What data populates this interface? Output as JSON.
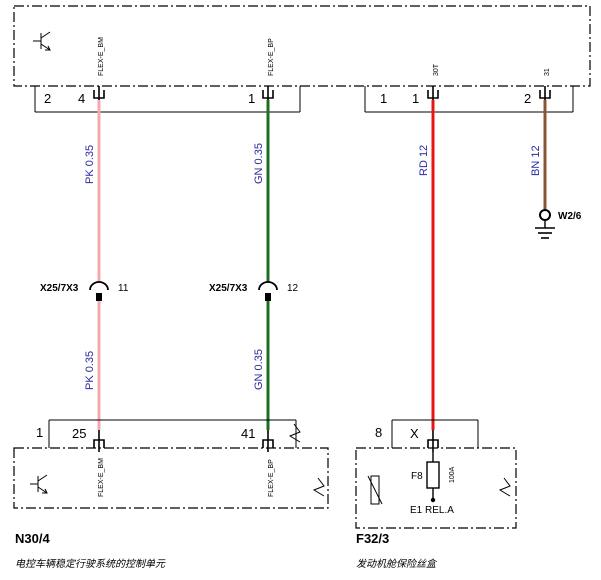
{
  "top_module": {
    "pins": {
      "flex_e_bm": {
        "outer": "2",
        "inner": "4",
        "signal": "FLEX-E_BM"
      },
      "flex_e_bp": {
        "inner": "1",
        "signal": "FLEX-E_BP"
      },
      "pin_30t": {
        "outer": "1",
        "inner": "1",
        "signal": "30T"
      },
      "pin_31": {
        "inner": "2",
        "signal": "31"
      }
    }
  },
  "wires": {
    "pk_upper": "PK 0.35",
    "gn_upper": "GN 0.35",
    "rd": "RD 12",
    "bn": "BN 12",
    "pk_lower": "PK 0.35",
    "gn_lower": "GN 0.35"
  },
  "colors": {
    "pk": "#f4a8ae",
    "gn": "#1e6e22",
    "rd": "#e81515",
    "bn": "#8a5530"
  },
  "connectors": {
    "pk": {
      "name": "X25/7X3",
      "pin": "11"
    },
    "gn": {
      "name": "X25/7X3",
      "pin": "12"
    }
  },
  "ground": {
    "label": "W2/6"
  },
  "n30_4": {
    "title": "N30/4",
    "subtitle": "电控车辆稳定行驶系统的控制单元",
    "outer_pin": "1",
    "pins": {
      "flex_e_bm": {
        "inner": "25",
        "signal": "FLEX-E_BM"
      },
      "flex_e_bp": {
        "inner": "41",
        "signal": "FLEX-E_BP"
      }
    }
  },
  "f32_3": {
    "title": "F32/3",
    "subtitle": "发动机舱保险丝盒",
    "outer_pin": "8",
    "inner_pin": "X",
    "fuse_label": "F8",
    "fuse_rating": "100A",
    "relay_label": "E1 REL.A"
  }
}
